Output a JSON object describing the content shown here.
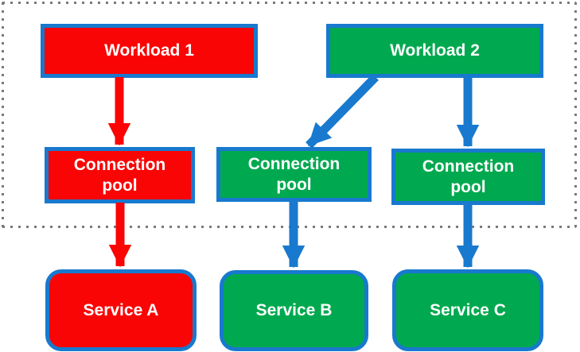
{
  "colors": {
    "red": "#fa0505",
    "green": "#00a94f",
    "blue": "#1879ce",
    "dot_gray": "#7a7a7a",
    "label_text": "#ffffff",
    "background": "#ffffff"
  },
  "nodes": {
    "workload1": {
      "label": "Workload 1",
      "fill": "red"
    },
    "workload2": {
      "label": "Workload 2",
      "fill": "green"
    },
    "pool_a": {
      "label": "Connection pool",
      "fill": "red"
    },
    "pool_b": {
      "label": "Connection pool",
      "fill": "green"
    },
    "pool_c": {
      "label": "Connection pool",
      "fill": "green"
    },
    "service_a": {
      "label": "Service A",
      "fill": "red"
    },
    "service_b": {
      "label": "Service B",
      "fill": "green"
    },
    "service_c": {
      "label": "Service C",
      "fill": "green"
    }
  },
  "edges": [
    {
      "from": "workload1",
      "to": "pool_a",
      "color": "red"
    },
    {
      "from": "workload2",
      "to": "pool_b",
      "color": "blue"
    },
    {
      "from": "workload2",
      "to": "pool_c",
      "color": "blue"
    },
    {
      "from": "pool_a",
      "to": "service_a",
      "color": "red"
    },
    {
      "from": "pool_b",
      "to": "service_b",
      "color": "blue"
    },
    {
      "from": "pool_c",
      "to": "service_c",
      "color": "blue"
    }
  ]
}
